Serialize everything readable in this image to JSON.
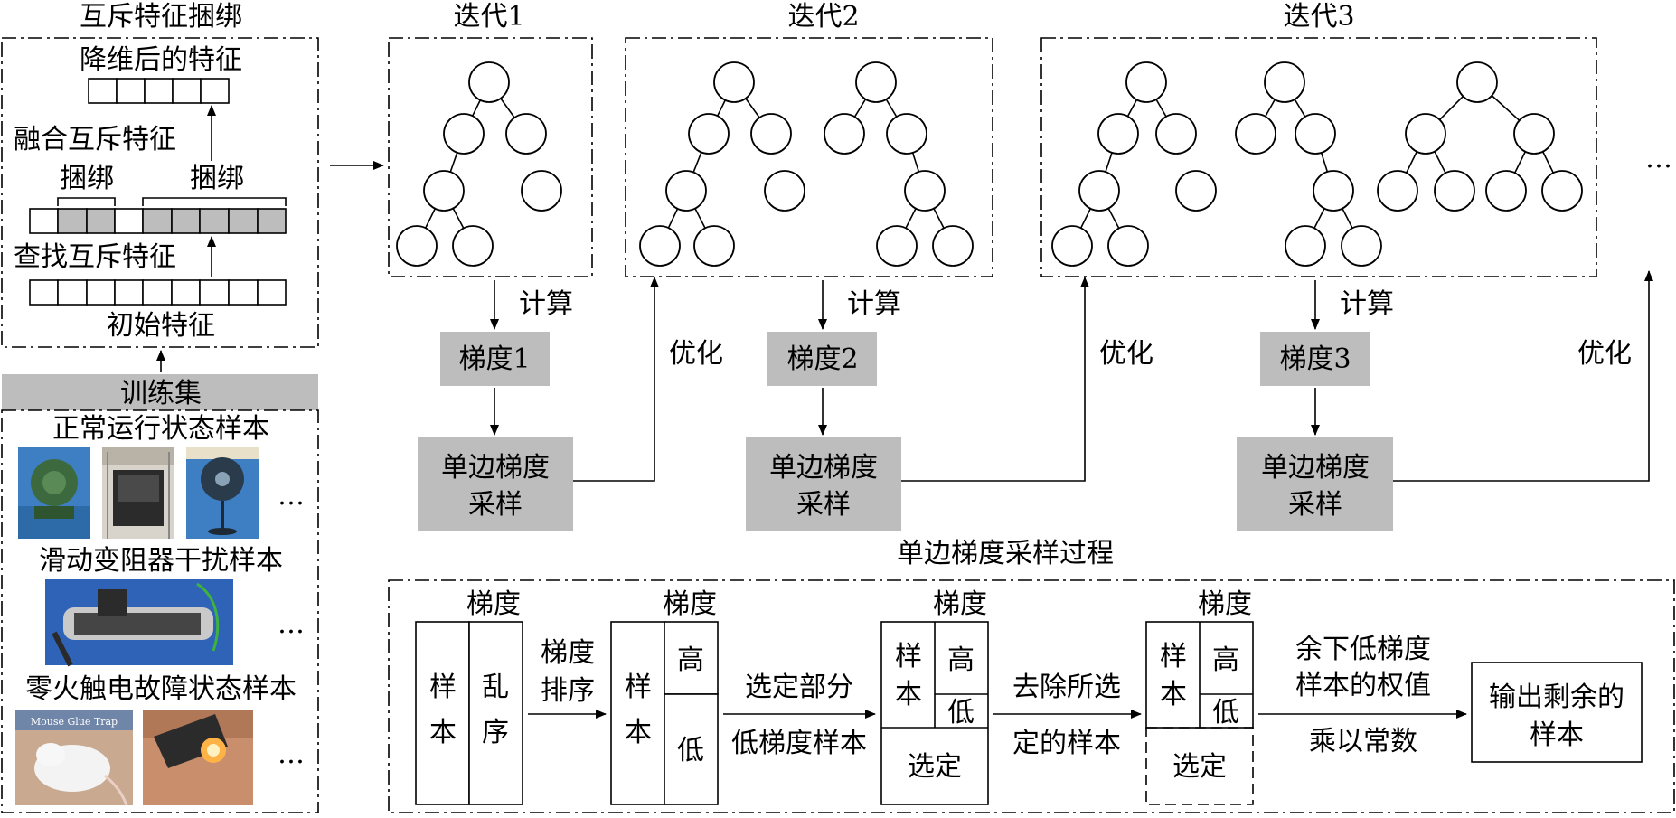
{
  "left_panel": {
    "title": "互斥特征捆绑",
    "reduced_features": "降维后的特征",
    "fuse": "融合互斥特征",
    "bundle_a": "捆绑",
    "bundle_b": "捆绑",
    "find": "查找互斥特征",
    "initial_features": "初始特征",
    "training_set": "训练集",
    "sample1": "正常运行状态样本",
    "sample2": "滑动变阻器干扰样本",
    "sample3": "零火触电故障状态样本",
    "ellipsis": "…",
    "photo_caption": "Mouse Glue Trap"
  },
  "iterations": {
    "it1": "迭代1",
    "it2": "迭代2",
    "it3": "迭代3",
    "more": "…",
    "compute": "计算",
    "optimize": "优化",
    "grad1": "梯度1",
    "grad2": "梯度2",
    "grad3": "梯度3",
    "goss_line1": "单边梯度",
    "goss_line2": "采样"
  },
  "process": {
    "title": "单边梯度采样过程",
    "gradient": "梯度",
    "sample_a": "样",
    "sample_b": "本",
    "shuffle_a": "乱",
    "shuffle_b": "序",
    "high": "高",
    "low": "低",
    "selected": "选定",
    "step1_a": "梯度",
    "step1_b": "排序",
    "step2_a": "选定部分",
    "step2_b": "低梯度样本",
    "step3_a": "去除所选",
    "step3_b": "定的样本",
    "step4_a": "余下低梯度",
    "step4_b": "样本的权值",
    "step4_c": "乘以常数",
    "output_a": "输出剩余的",
    "output_b": "样本"
  },
  "colors": {
    "gray": "#bdbdbd",
    "line": "#000000"
  }
}
